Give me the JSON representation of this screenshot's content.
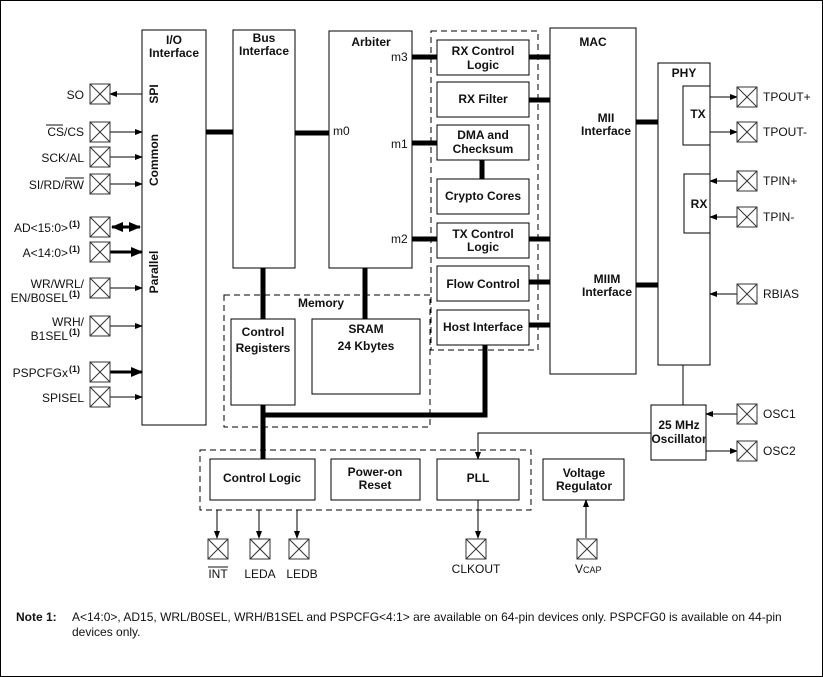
{
  "blocks": {
    "io_interface": {
      "title_1": "I/O",
      "title_2": "Interface",
      "sections": [
        "SPI",
        "Common",
        "Parallel"
      ]
    },
    "bus_interface": {
      "title_1": "Bus",
      "title_2": "Interface"
    },
    "arbiter": {
      "title": "Arbiter",
      "ports": {
        "m0": "m0",
        "m1": "m1",
        "m2": "m2",
        "m3": "m3"
      }
    },
    "ethernet_modules": [
      {
        "line1": "RX Control",
        "line2": "Logic"
      },
      {
        "line1": "RX Filter",
        "line2": ""
      },
      {
        "line1": "DMA and",
        "line2": "Checksum"
      },
      {
        "line1": "Crypto Cores",
        "line2": ""
      },
      {
        "line1": "TX Control",
        "line2": "Logic"
      },
      {
        "line1": "Flow Control",
        "line2": ""
      },
      {
        "line1": "Host Interface",
        "line2": ""
      }
    ],
    "mac": {
      "title": "MAC",
      "mii_1": "MII",
      "mii_2": "Interface",
      "miim_1": "MIIM",
      "miim_2": "Interface"
    },
    "phy": {
      "title": "PHY",
      "tx": "TX",
      "rx": "RX"
    },
    "memory": {
      "title": "Memory",
      "control_registers_1": "Control",
      "control_registers_2": "Registers",
      "sram_1": "SRAM",
      "sram_2": "24 Kbytes"
    },
    "oscillator": {
      "line1": "25 MHz",
      "line2": "Oscillator"
    },
    "control_logic": "Control Logic",
    "power_on_reset": {
      "line1": "Power-on",
      "line2": "Reset"
    },
    "pll": "PLL",
    "voltage_regulator": {
      "line1": "Voltage",
      "line2": "Regulator"
    }
  },
  "pins": {
    "left": [
      {
        "name": "SO",
        "sup": ""
      },
      {
        "name": "CS/CS",
        "sup": ""
      },
      {
        "name": "SCK/AL",
        "sup": ""
      },
      {
        "name": "SI/RD/RW",
        "sup": ""
      },
      {
        "name": "AD<15:0>",
        "sup": "(1)"
      },
      {
        "name": "A<14:0>",
        "sup": "(1)"
      },
      {
        "name": "WR/WRL/",
        "name2": "EN/B0SEL",
        "sup": "(1)"
      },
      {
        "name": "WRH/",
        "name2": "B1SEL",
        "sup": "(1)"
      },
      {
        "name": "PSPCFGx",
        "sup": "(1)"
      },
      {
        "name": "SPISEL",
        "sup": ""
      }
    ],
    "right": [
      "TPOUT+",
      "TPOUT-",
      "TPIN+",
      "TPIN-",
      "RBIAS",
      "OSC1",
      "OSC2"
    ],
    "bottom": [
      "INT",
      "LEDA",
      "LEDB",
      "CLKOUT",
      "V",
      "CAP"
    ]
  },
  "note": {
    "label": "Note 1:",
    "text": "A<14:0>, AD15, WRL/B0SEL, WRH/B1SEL and PSPCFG<4:1> are available on 64-pin devices only. PSPCFG0 is available on 44-pin devices only."
  }
}
